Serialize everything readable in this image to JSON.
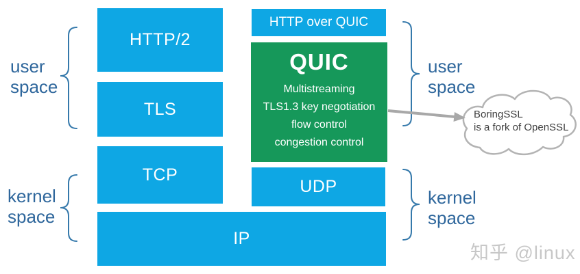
{
  "colors": {
    "box_cyan": "#0ea7e4",
    "box_green": "#16985a",
    "label_blue": "#2f679c",
    "brace_blue": "#3579ab",
    "connector_gray": "#a8a8a8",
    "cloud_gray": "#b3b3b3",
    "cloud_text": "#3f3f3f",
    "watermark_gray": "#c7c7c7"
  },
  "left_stack": {
    "http2": "HTTP/2",
    "tls": "TLS",
    "tcp": "TCP"
  },
  "right_stack": {
    "http_over_quic": "HTTP over QUIC",
    "udp": "UDP"
  },
  "quic": {
    "title": "QUIC",
    "features": [
      "Multistreaming",
      "TLS1.3 key negotiation",
      "flow control",
      "congestion control"
    ]
  },
  "ip": "IP",
  "labels": {
    "user": [
      "user",
      "space"
    ],
    "kernel": [
      "kernel",
      "space"
    ]
  },
  "cloud": {
    "lines": [
      "BoringSSL",
      "is a fork of OpenSSL"
    ]
  },
  "watermark": "知乎 @linux"
}
